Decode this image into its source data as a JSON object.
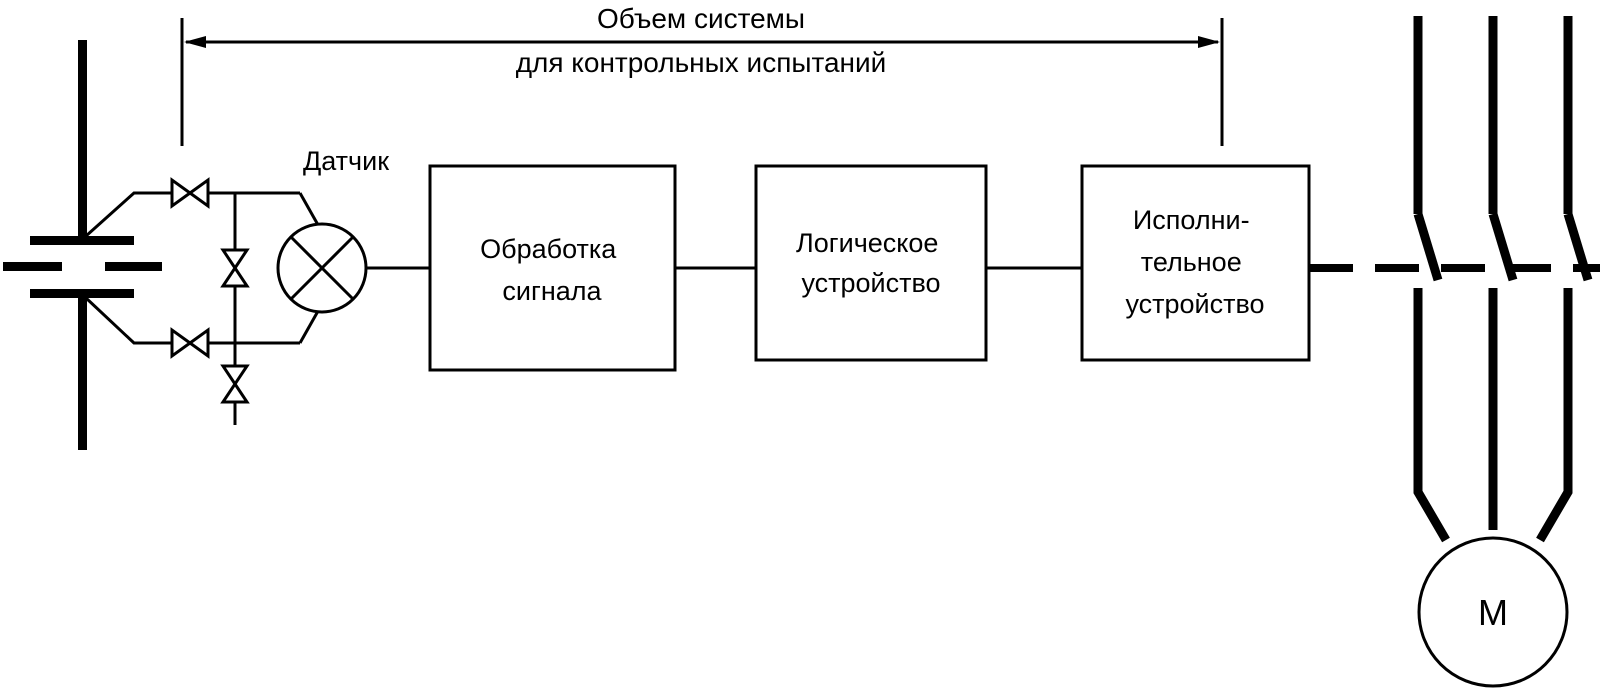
{
  "scope": {
    "line1": "Объем системы",
    "line2": "для контрольных испытаний"
  },
  "sensor": {
    "label": "Датчик"
  },
  "blocks": {
    "signal_processing": [
      "Обработка",
      "сигнала"
    ],
    "logic_device": [
      "Логическое",
      "устройство"
    ],
    "actuator": [
      "Исполни-",
      "тельное",
      "устройство"
    ]
  },
  "motor": {
    "label": "M"
  }
}
